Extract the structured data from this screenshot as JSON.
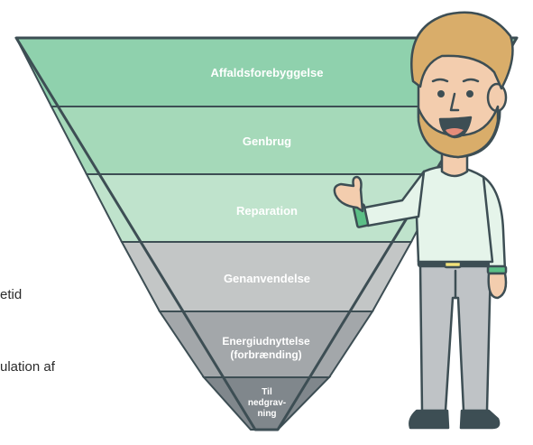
{
  "pyramid": {
    "levels": [
      {
        "label": "Affaldsforebyggelse",
        "color": "#8fd1ad"
      },
      {
        "label": "Genbrug",
        "color": "#a5d9b9"
      },
      {
        "label": "Reparation",
        "color": "#bfe3cc"
      },
      {
        "label": "Genanvendelse",
        "color": "#c3c6c6"
      },
      {
        "label_lines": [
          "Energiudnyttelse",
          "(forbrænding)"
        ],
        "color": "#a3a7aa"
      },
      {
        "label_lines": [
          "Til",
          "nedgrav-",
          "ning"
        ],
        "color": "#80878c"
      }
    ],
    "outline_color": "#3d4e54"
  },
  "side_text": {
    "line1": "etid",
    "line2": "ulation af"
  },
  "character": {
    "shirt_color": "#e5f4ea",
    "pants_color": "#bfc3c6",
    "hair_color": "#d9ad6a",
    "skin_color": "#f3cdae",
    "cuff_color": "#5bbf86"
  }
}
